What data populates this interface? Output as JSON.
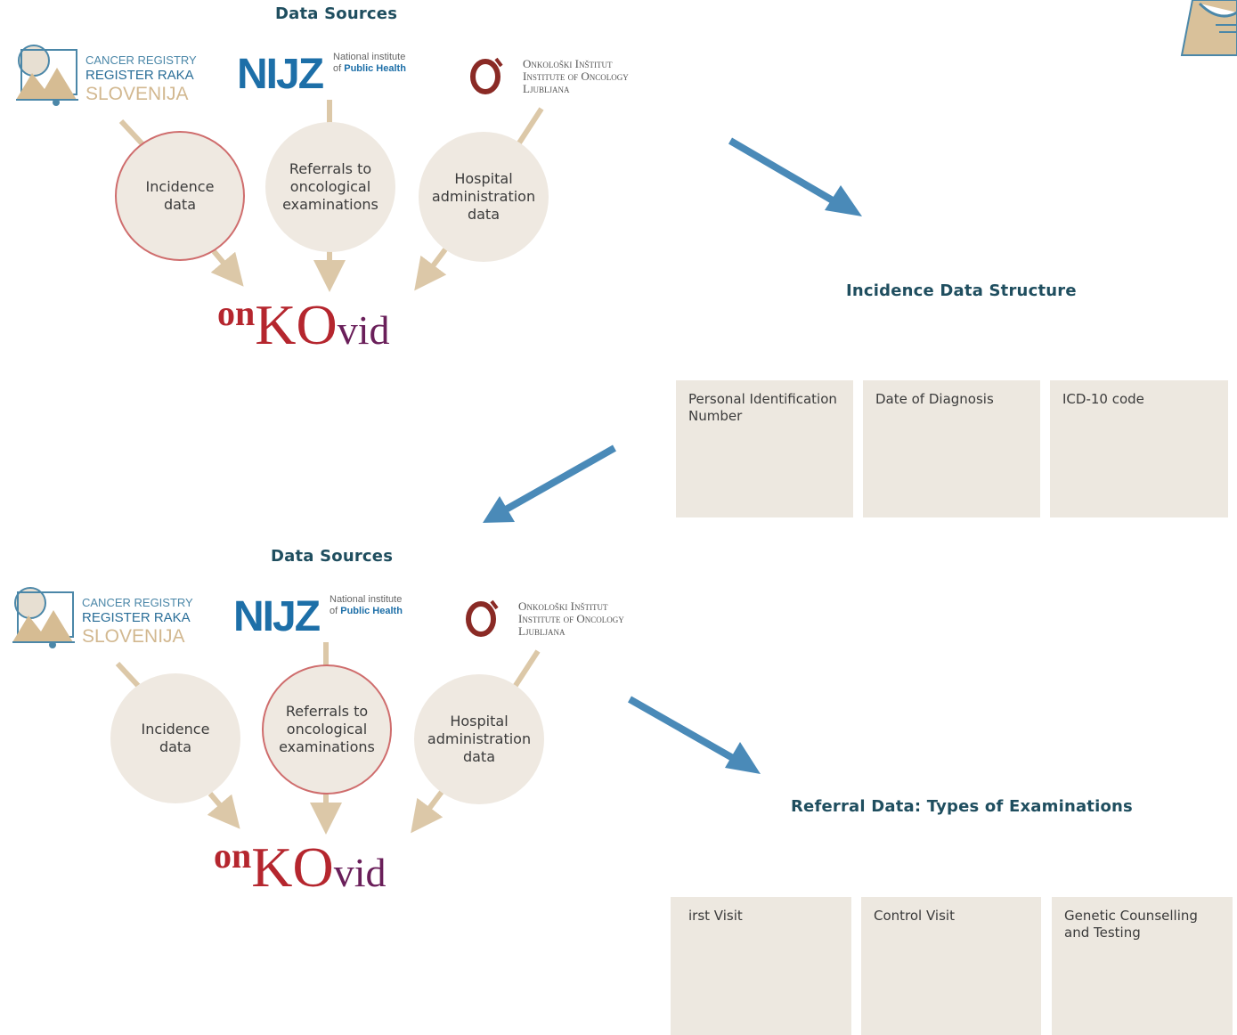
{
  "panel1": {
    "title": "Data Sources",
    "circles": [
      "Incidence\ndata",
      "Referrals to\noncological\nexaminations",
      "Hospital\nadministration\ndata"
    ]
  },
  "panel2": {
    "title": "Data Sources",
    "circles": [
      "Incidence\ndata",
      "Referrals to\noncological\nexaminations",
      "Hospital\nadministration\ndata"
    ]
  },
  "logos": {
    "registry": {
      "line1": "CANCER REGISTRY",
      "line2": "REGISTER RAKA",
      "line3": "SLOVENIJA"
    },
    "nijz": {
      "mark": "NIJZ",
      "line1": "National institute",
      "line2_prefix": "of ",
      "line2_bold": "Public Health"
    },
    "onko": {
      "line1": "Onkološki Inštitut",
      "line2": "Institute of Oncology",
      "line3": "Ljubljana"
    },
    "onkovid": {
      "on": "on",
      "ko": "KO",
      "vid": "vid"
    }
  },
  "incidence_structure": {
    "title": "Incidence Data Structure",
    "fields": [
      "Personal Identification Number",
      "Date of Diagnosis",
      "ICD-10 code"
    ]
  },
  "referral_types": {
    "title": "Referral Data: Types of Examinations",
    "fields": [
      "irst Visit",
      "Control Visit",
      "Genetic Counselling and Testing"
    ]
  },
  "colors": {
    "arrow": "#4a8ab8",
    "connector": "#dcc8a8",
    "active_ring": "#cf6d6d",
    "circle_fill": "#efe9e1",
    "tile_fill": "#ede8e0",
    "title": "#1f4e5f",
    "on_red": "#b5262e",
    "vid_purple": "#6a1f5a"
  }
}
